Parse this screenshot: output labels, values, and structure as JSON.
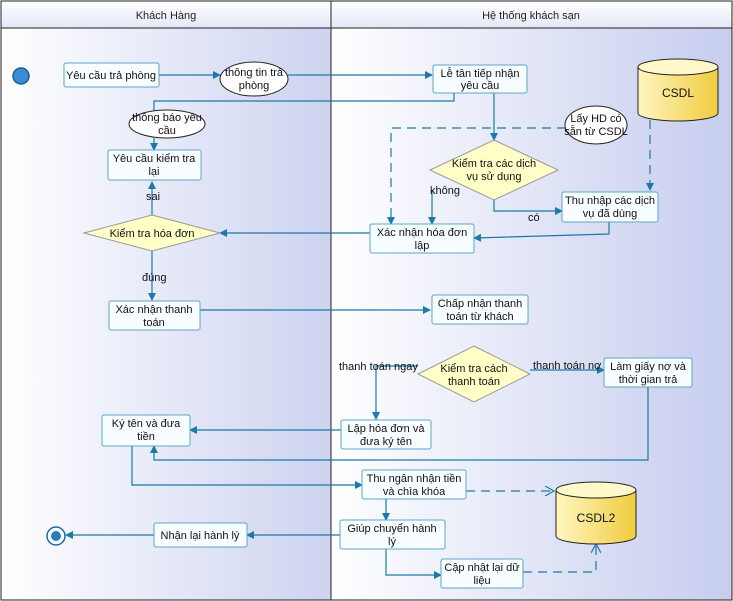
{
  "lanes": {
    "customer": "Khách Hàng",
    "hotel": "Hệ thống khách sạn"
  },
  "nodes": {
    "request_checkout": [
      "Yêu cầu trả phòng"
    ],
    "reception": [
      "Lễ tân tiếp nhận",
      "yêu cầu"
    ],
    "room_info": [
      "thông tin trả",
      "phòng"
    ],
    "notify_request": [
      "thông báo yêu",
      "cầu"
    ],
    "request_check": [
      "Yêu cầu kiểm tra",
      "lại"
    ],
    "get_invoice": [
      "Lấy HD có",
      "sẵn từ CSDL"
    ],
    "check_services": [
      "Kiểm tra các dịch",
      "vụ sử dụng"
    ],
    "collect_services": [
      "Thu nhập các dịch",
      "vụ đã dùng"
    ],
    "check_invoice": [
      "Kiểm tra hóa đơn"
    ],
    "confirm_invoice": [
      "Xác nhận hóa đơn",
      "lập"
    ],
    "confirm_payment": [
      "Xác nhận thanh",
      "toán"
    ],
    "accept_payment": [
      "Chấp nhận thanh",
      "toán từ khách"
    ],
    "check_method": [
      "Kiểm tra cách",
      "thanh toán"
    ],
    "make_debt": [
      "Làm giấy nợ và",
      "thời gian trả"
    ],
    "make_invoice": [
      "Lập hóa đơn và",
      "đưa ký tên"
    ],
    "sign_pay": [
      "Ký tên và đưa",
      "tiền"
    ],
    "cashier": [
      "Thu ngân nhận tiền",
      "và chìa khóa"
    ],
    "help_move": [
      "Giúp chuyển hành",
      "lý"
    ],
    "return_luggage": [
      "Nhận lại hành lý"
    ],
    "update_data": [
      "Cập nhật lại dữ",
      "liệu"
    ],
    "db1": [
      "CSDL"
    ],
    "db2": [
      "CSDL2"
    ]
  },
  "edge_labels": {
    "khong": "không",
    "co": "có",
    "sai": "sai",
    "dung": "đúng",
    "pay_now": "thanh toán ngay",
    "pay_debt": "thanh toán nợ"
  },
  "colors": {
    "lane_bg_left": "#ffffff",
    "lane_bg_right": "#c8d0ee",
    "action_fill": "#f8fdff",
    "action_stroke": "#5aa6c8",
    "decision_fill": "#ffffc8",
    "db_fill": "#ffe680",
    "line": "#1a7aa8"
  }
}
